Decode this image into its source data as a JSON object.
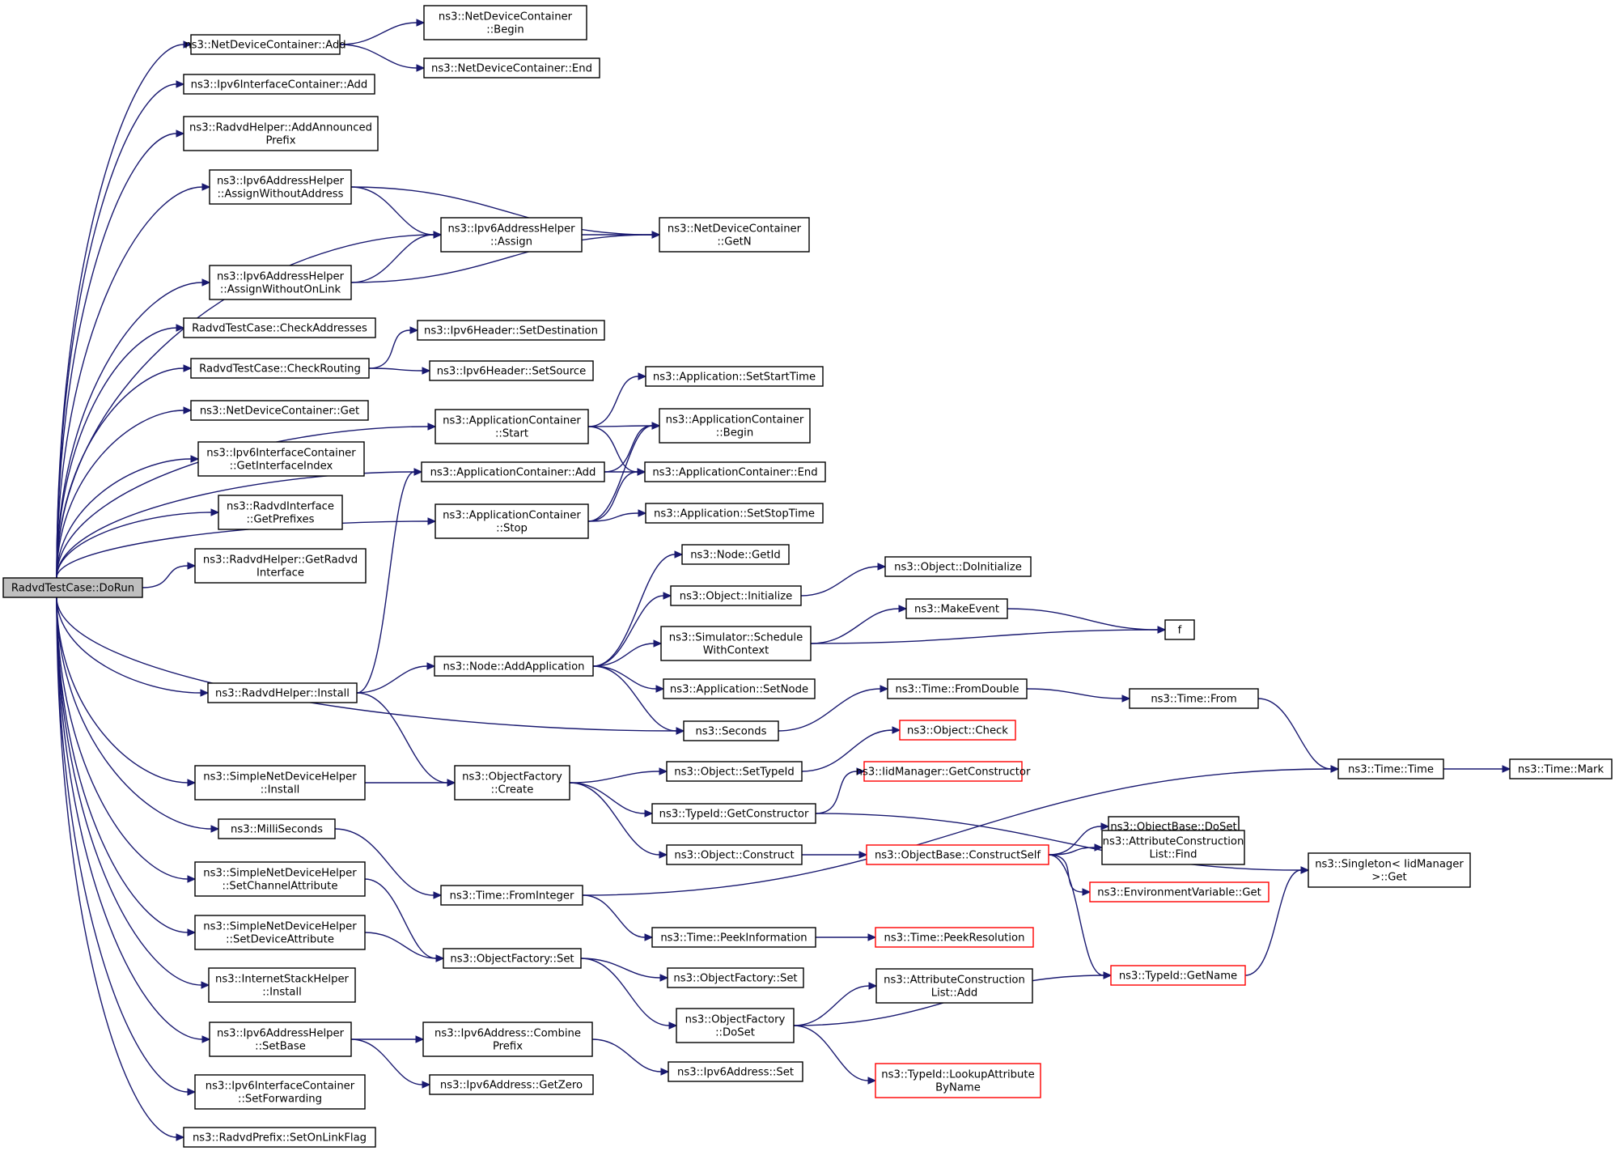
{
  "colors": {
    "edge": "#191970",
    "root_fill": "#bfbfbf",
    "truncated_border": "#ff0000",
    "node_border": "#000000"
  },
  "nodes": {
    "dorun": {
      "lines": [
        "RadvdTestCase::DoRun"
      ],
      "kind": "root"
    },
    "ndc_add": {
      "lines": [
        "ns3::NetDeviceContainer::Add"
      ]
    },
    "ndc_begin": {
      "lines": [
        "ns3::NetDeviceContainer",
        "::Begin"
      ]
    },
    "ndc_end": {
      "lines": [
        "ns3::NetDeviceContainer::End"
      ]
    },
    "ipv6ic_add": {
      "lines": [
        "ns3::Ipv6InterfaceContainer::Add"
      ]
    },
    "radvd_addann": {
      "lines": [
        "ns3::RadvdHelper::AddAnnounced",
        "Prefix"
      ]
    },
    "awoa": {
      "lines": [
        "ns3::Ipv6AddressHelper",
        "::AssignWithoutAddress"
      ]
    },
    "assign": {
      "lines": [
        "ns3::Ipv6AddressHelper",
        "::Assign"
      ]
    },
    "ndc_getn": {
      "lines": [
        "ns3::NetDeviceContainer",
        "::GetN"
      ]
    },
    "awol": {
      "lines": [
        "ns3::Ipv6AddressHelper",
        "::AssignWithoutOnLink"
      ]
    },
    "checkaddr": {
      "lines": [
        "RadvdTestCase::CheckAddresses"
      ]
    },
    "checkrout": {
      "lines": [
        "RadvdTestCase::CheckRouting"
      ]
    },
    "setdest": {
      "lines": [
        "ns3::Ipv6Header::SetDestination"
      ]
    },
    "setsrc": {
      "lines": [
        "ns3::Ipv6Header::SetSource"
      ]
    },
    "ndc_get": {
      "lines": [
        "ns3::NetDeviceContainer::Get"
      ]
    },
    "getifidx": {
      "lines": [
        "ns3::Ipv6InterfaceContainer",
        "::GetInterfaceIndex"
      ]
    },
    "getprefixes": {
      "lines": [
        "ns3::RadvdInterface",
        "::GetPrefixes"
      ]
    },
    "getradvdif": {
      "lines": [
        "ns3::RadvdHelper::GetRadvd",
        "Interface"
      ]
    },
    "ac_start": {
      "lines": [
        "ns3::ApplicationContainer",
        "::Start"
      ]
    },
    "setstarttime": {
      "lines": [
        "ns3::Application::SetStartTime"
      ]
    },
    "ac_begin": {
      "lines": [
        "ns3::ApplicationContainer",
        "::Begin"
      ]
    },
    "ac_add": {
      "lines": [
        "ns3::ApplicationContainer::Add"
      ]
    },
    "ac_end": {
      "lines": [
        "ns3::ApplicationContainer::End"
      ]
    },
    "ac_stop": {
      "lines": [
        "ns3::ApplicationContainer",
        "::Stop"
      ]
    },
    "setstoptime": {
      "lines": [
        "ns3::Application::SetStopTime"
      ]
    },
    "node_getid": {
      "lines": [
        "ns3::Node::GetId"
      ]
    },
    "obj_init": {
      "lines": [
        "ns3::Object::Initialize"
      ]
    },
    "obj_doinit": {
      "lines": [
        "ns3::Object::DoInitialize"
      ]
    },
    "makeevent": {
      "lines": [
        "ns3::MakeEvent"
      ]
    },
    "sched": {
      "lines": [
        "ns3::Simulator::Schedule",
        "WithContext"
      ]
    },
    "f": {
      "lines": [
        "f"
      ]
    },
    "addapp": {
      "lines": [
        "ns3::Node::AddApplication"
      ]
    },
    "setnode": {
      "lines": [
        "ns3::Application::SetNode"
      ]
    },
    "radvd_install": {
      "lines": [
        "ns3::RadvdHelper::Install"
      ]
    },
    "fromdouble": {
      "lines": [
        "ns3::Time::FromDouble"
      ]
    },
    "time_from": {
      "lines": [
        "ns3::Time::From"
      ]
    },
    "seconds": {
      "lines": [
        "ns3::Seconds"
      ]
    },
    "obj_check": {
      "lines": [
        "ns3::Object::Check"
      ],
      "kind": "truncated"
    },
    "time_time": {
      "lines": [
        "ns3::Time::Time"
      ]
    },
    "time_mark": {
      "lines": [
        "ns3::Time::Mark"
      ]
    },
    "sndh_install": {
      "lines": [
        "ns3::SimpleNetDeviceHelper",
        "::Install"
      ]
    },
    "of_create": {
      "lines": [
        "ns3::ObjectFactory",
        "::Create"
      ]
    },
    "settypeid": {
      "lines": [
        "ns3::Object::SetTypeId"
      ]
    },
    "iid_getctor": {
      "lines": [
        "ns3::IidManager::GetConstructor"
      ],
      "kind": "truncated"
    },
    "tid_getctor": {
      "lines": [
        "ns3::TypeId::GetConstructor"
      ]
    },
    "ob_doset": {
      "lines": [
        "ns3::ObjectBase::DoSet"
      ]
    },
    "acl_find": {
      "lines": [
        "ns3::AttributeConstruction",
        "List::Find"
      ]
    },
    "singleton": {
      "lines": [
        "ns3::Singleton< IidManager",
        " >::Get"
      ]
    },
    "millis": {
      "lines": [
        "ns3::MilliSeconds"
      ]
    },
    "obj_construct": {
      "lines": [
        "ns3::Object::Construct"
      ]
    },
    "constructself": {
      "lines": [
        "ns3::ObjectBase::ConstructSelf"
      ],
      "kind": "truncated"
    },
    "envvar": {
      "lines": [
        "ns3::EnvironmentVariable::Get"
      ],
      "kind": "truncated"
    },
    "sndh_setchan": {
      "lines": [
        "ns3::SimpleNetDeviceHelper",
        "::SetChannelAttribute"
      ]
    },
    "frominteger": {
      "lines": [
        "ns3::Time::FromInteger"
      ]
    },
    "sndh_setdev": {
      "lines": [
        "ns3::SimpleNetDeviceHelper",
        "::SetDeviceAttribute"
      ]
    },
    "peekinfo": {
      "lines": [
        "ns3::Time::PeekInformation"
      ]
    },
    "peekres": {
      "lines": [
        "ns3::Time::PeekResolution"
      ],
      "kind": "truncated"
    },
    "of_set": {
      "lines": [
        "ns3::ObjectFactory::Set"
      ]
    },
    "of_set2": {
      "lines": [
        "ns3::ObjectFactory::Set"
      ]
    },
    "tid_getname": {
      "lines": [
        "ns3::TypeId::GetName"
      ],
      "kind": "truncated"
    },
    "ish_install": {
      "lines": [
        "ns3::InternetStackHelper",
        "::Install"
      ]
    },
    "acl_add": {
      "lines": [
        "ns3::AttributeConstruction",
        "List::Add"
      ]
    },
    "of_doset": {
      "lines": [
        "ns3::ObjectFactory",
        "::DoSet"
      ]
    },
    "setbase": {
      "lines": [
        "ns3::Ipv6AddressHelper",
        "::SetBase"
      ]
    },
    "combine": {
      "lines": [
        "ns3::Ipv6Address::Combine",
        "Prefix"
      ]
    },
    "ipv6addr_set": {
      "lines": [
        "ns3::Ipv6Address::Set"
      ]
    },
    "getzero": {
      "lines": [
        "ns3::Ipv6Address::GetZero"
      ]
    },
    "lookupattr": {
      "lines": [
        "ns3::TypeId::LookupAttribute",
        "ByName"
      ],
      "kind": "truncated"
    },
    "setfwd": {
      "lines": [
        "ns3::Ipv6InterfaceContainer",
        "::SetForwarding"
      ]
    },
    "setonlink": {
      "lines": [
        "ns3::RadvdPrefix::SetOnLinkFlag"
      ]
    }
  },
  "edges": [
    [
      "dorun",
      "ndc_add"
    ],
    [
      "dorun",
      "ipv6ic_add"
    ],
    [
      "dorun",
      "radvd_addann"
    ],
    [
      "dorun",
      "awoa"
    ],
    [
      "dorun",
      "assign"
    ],
    [
      "dorun",
      "awol"
    ],
    [
      "dorun",
      "checkaddr"
    ],
    [
      "dorun",
      "checkrout"
    ],
    [
      "dorun",
      "ndc_get"
    ],
    [
      "dorun",
      "getifidx"
    ],
    [
      "dorun",
      "getprefixes"
    ],
    [
      "dorun",
      "getradvdif"
    ],
    [
      "dorun",
      "ac_start"
    ],
    [
      "dorun",
      "ac_add"
    ],
    [
      "dorun",
      "ac_stop"
    ],
    [
      "dorun",
      "radvd_install"
    ],
    [
      "dorun",
      "seconds"
    ],
    [
      "dorun",
      "sndh_install"
    ],
    [
      "dorun",
      "millis"
    ],
    [
      "dorun",
      "sndh_setchan"
    ],
    [
      "dorun",
      "sndh_setdev"
    ],
    [
      "dorun",
      "ish_install"
    ],
    [
      "dorun",
      "setbase"
    ],
    [
      "dorun",
      "setfwd"
    ],
    [
      "dorun",
      "setonlink"
    ],
    [
      "ndc_add",
      "ndc_begin"
    ],
    [
      "ndc_add",
      "ndc_end"
    ],
    [
      "awoa",
      "assign"
    ],
    [
      "awoa",
      "ndc_getn"
    ],
    [
      "assign",
      "ndc_getn"
    ],
    [
      "awol",
      "assign"
    ],
    [
      "awol",
      "ndc_getn"
    ],
    [
      "checkrout",
      "setdest"
    ],
    [
      "checkrout",
      "setsrc"
    ],
    [
      "ac_start",
      "setstarttime"
    ],
    [
      "ac_start",
      "ac_begin"
    ],
    [
      "ac_start",
      "ac_end"
    ],
    [
      "ac_add",
      "ac_begin"
    ],
    [
      "ac_add",
      "ac_end"
    ],
    [
      "ac_stop",
      "ac_begin"
    ],
    [
      "ac_stop",
      "ac_end"
    ],
    [
      "ac_stop",
      "setstoptime"
    ],
    [
      "radvd_install",
      "ac_add"
    ],
    [
      "radvd_install",
      "addapp"
    ],
    [
      "radvd_install",
      "of_create"
    ],
    [
      "addapp",
      "node_getid"
    ],
    [
      "addapp",
      "obj_init"
    ],
    [
      "addapp",
      "sched"
    ],
    [
      "addapp",
      "setnode"
    ],
    [
      "addapp",
      "seconds"
    ],
    [
      "obj_init",
      "obj_doinit"
    ],
    [
      "sched",
      "makeevent"
    ],
    [
      "sched",
      "f"
    ],
    [
      "makeevent",
      "f"
    ],
    [
      "seconds",
      "fromdouble"
    ],
    [
      "fromdouble",
      "time_from"
    ],
    [
      "time_from",
      "time_time"
    ],
    [
      "time_time",
      "time_mark"
    ],
    [
      "sndh_install",
      "of_create"
    ],
    [
      "of_create",
      "settypeid"
    ],
    [
      "of_create",
      "tid_getctor"
    ],
    [
      "of_create",
      "obj_construct"
    ],
    [
      "settypeid",
      "obj_check"
    ],
    [
      "tid_getctor",
      "iid_getctor"
    ],
    [
      "tid_getctor",
      "singleton"
    ],
    [
      "obj_construct",
      "constructself"
    ],
    [
      "constructself",
      "ob_doset"
    ],
    [
      "constructself",
      "acl_find"
    ],
    [
      "constructself",
      "envvar"
    ],
    [
      "constructself",
      "tid_getname"
    ],
    [
      "tid_getname",
      "singleton"
    ],
    [
      "millis",
      "frominteger"
    ],
    [
      "frominteger",
      "peekinfo"
    ],
    [
      "frominteger",
      "time_time"
    ],
    [
      "peekinfo",
      "peekres"
    ],
    [
      "sndh_setchan",
      "of_set"
    ],
    [
      "sndh_setdev",
      "of_set"
    ],
    [
      "of_set",
      "of_set2"
    ],
    [
      "of_set",
      "of_doset"
    ],
    [
      "of_doset",
      "acl_add"
    ],
    [
      "of_doset",
      "tid_getname"
    ],
    [
      "of_doset",
      "lookupattr"
    ],
    [
      "setbase",
      "combine"
    ],
    [
      "setbase",
      "getzero"
    ],
    [
      "combine",
      "ipv6addr_set"
    ]
  ]
}
